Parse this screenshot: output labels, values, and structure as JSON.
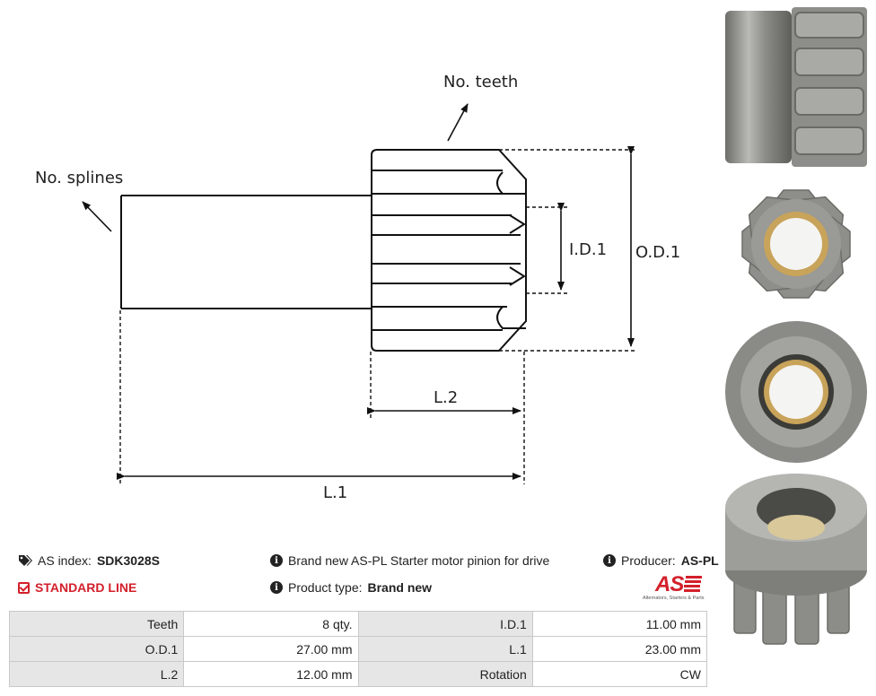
{
  "drawing": {
    "labels": {
      "teeth": "No. teeth",
      "splines": "No. splines",
      "id": "I.D.1",
      "od": "O.D.1",
      "l2": "L.2",
      "l1": "L.1"
    }
  },
  "info": {
    "index_label": "AS index:",
    "index_value": "SDK3028S",
    "description": "Brand new AS-PL Starter motor pinion for drive",
    "producer_label": "Producer:",
    "producer_value": "AS-PL",
    "standard_line": "STANDARD LINE",
    "product_type_label": "Product type:",
    "product_type_value": "Brand new",
    "logo_text": "AS",
    "logo_subtext": "Alternators, Starters & Parts"
  },
  "specs": [
    {
      "k1": "Teeth",
      "v1": "8 qty.",
      "k2": "I.D.1",
      "v2": "11.00 mm"
    },
    {
      "k1": "O.D.1",
      "v1": "27.00 mm",
      "k2": "L.1",
      "v2": "23.00 mm"
    },
    {
      "k1": "L.2",
      "v1": "12.00 mm",
      "k2": "Rotation",
      "v2": "CW"
    }
  ],
  "colors": {
    "accent": "#d3202b",
    "metal": "#8c8c88",
    "bronze": "#c8a35a"
  }
}
